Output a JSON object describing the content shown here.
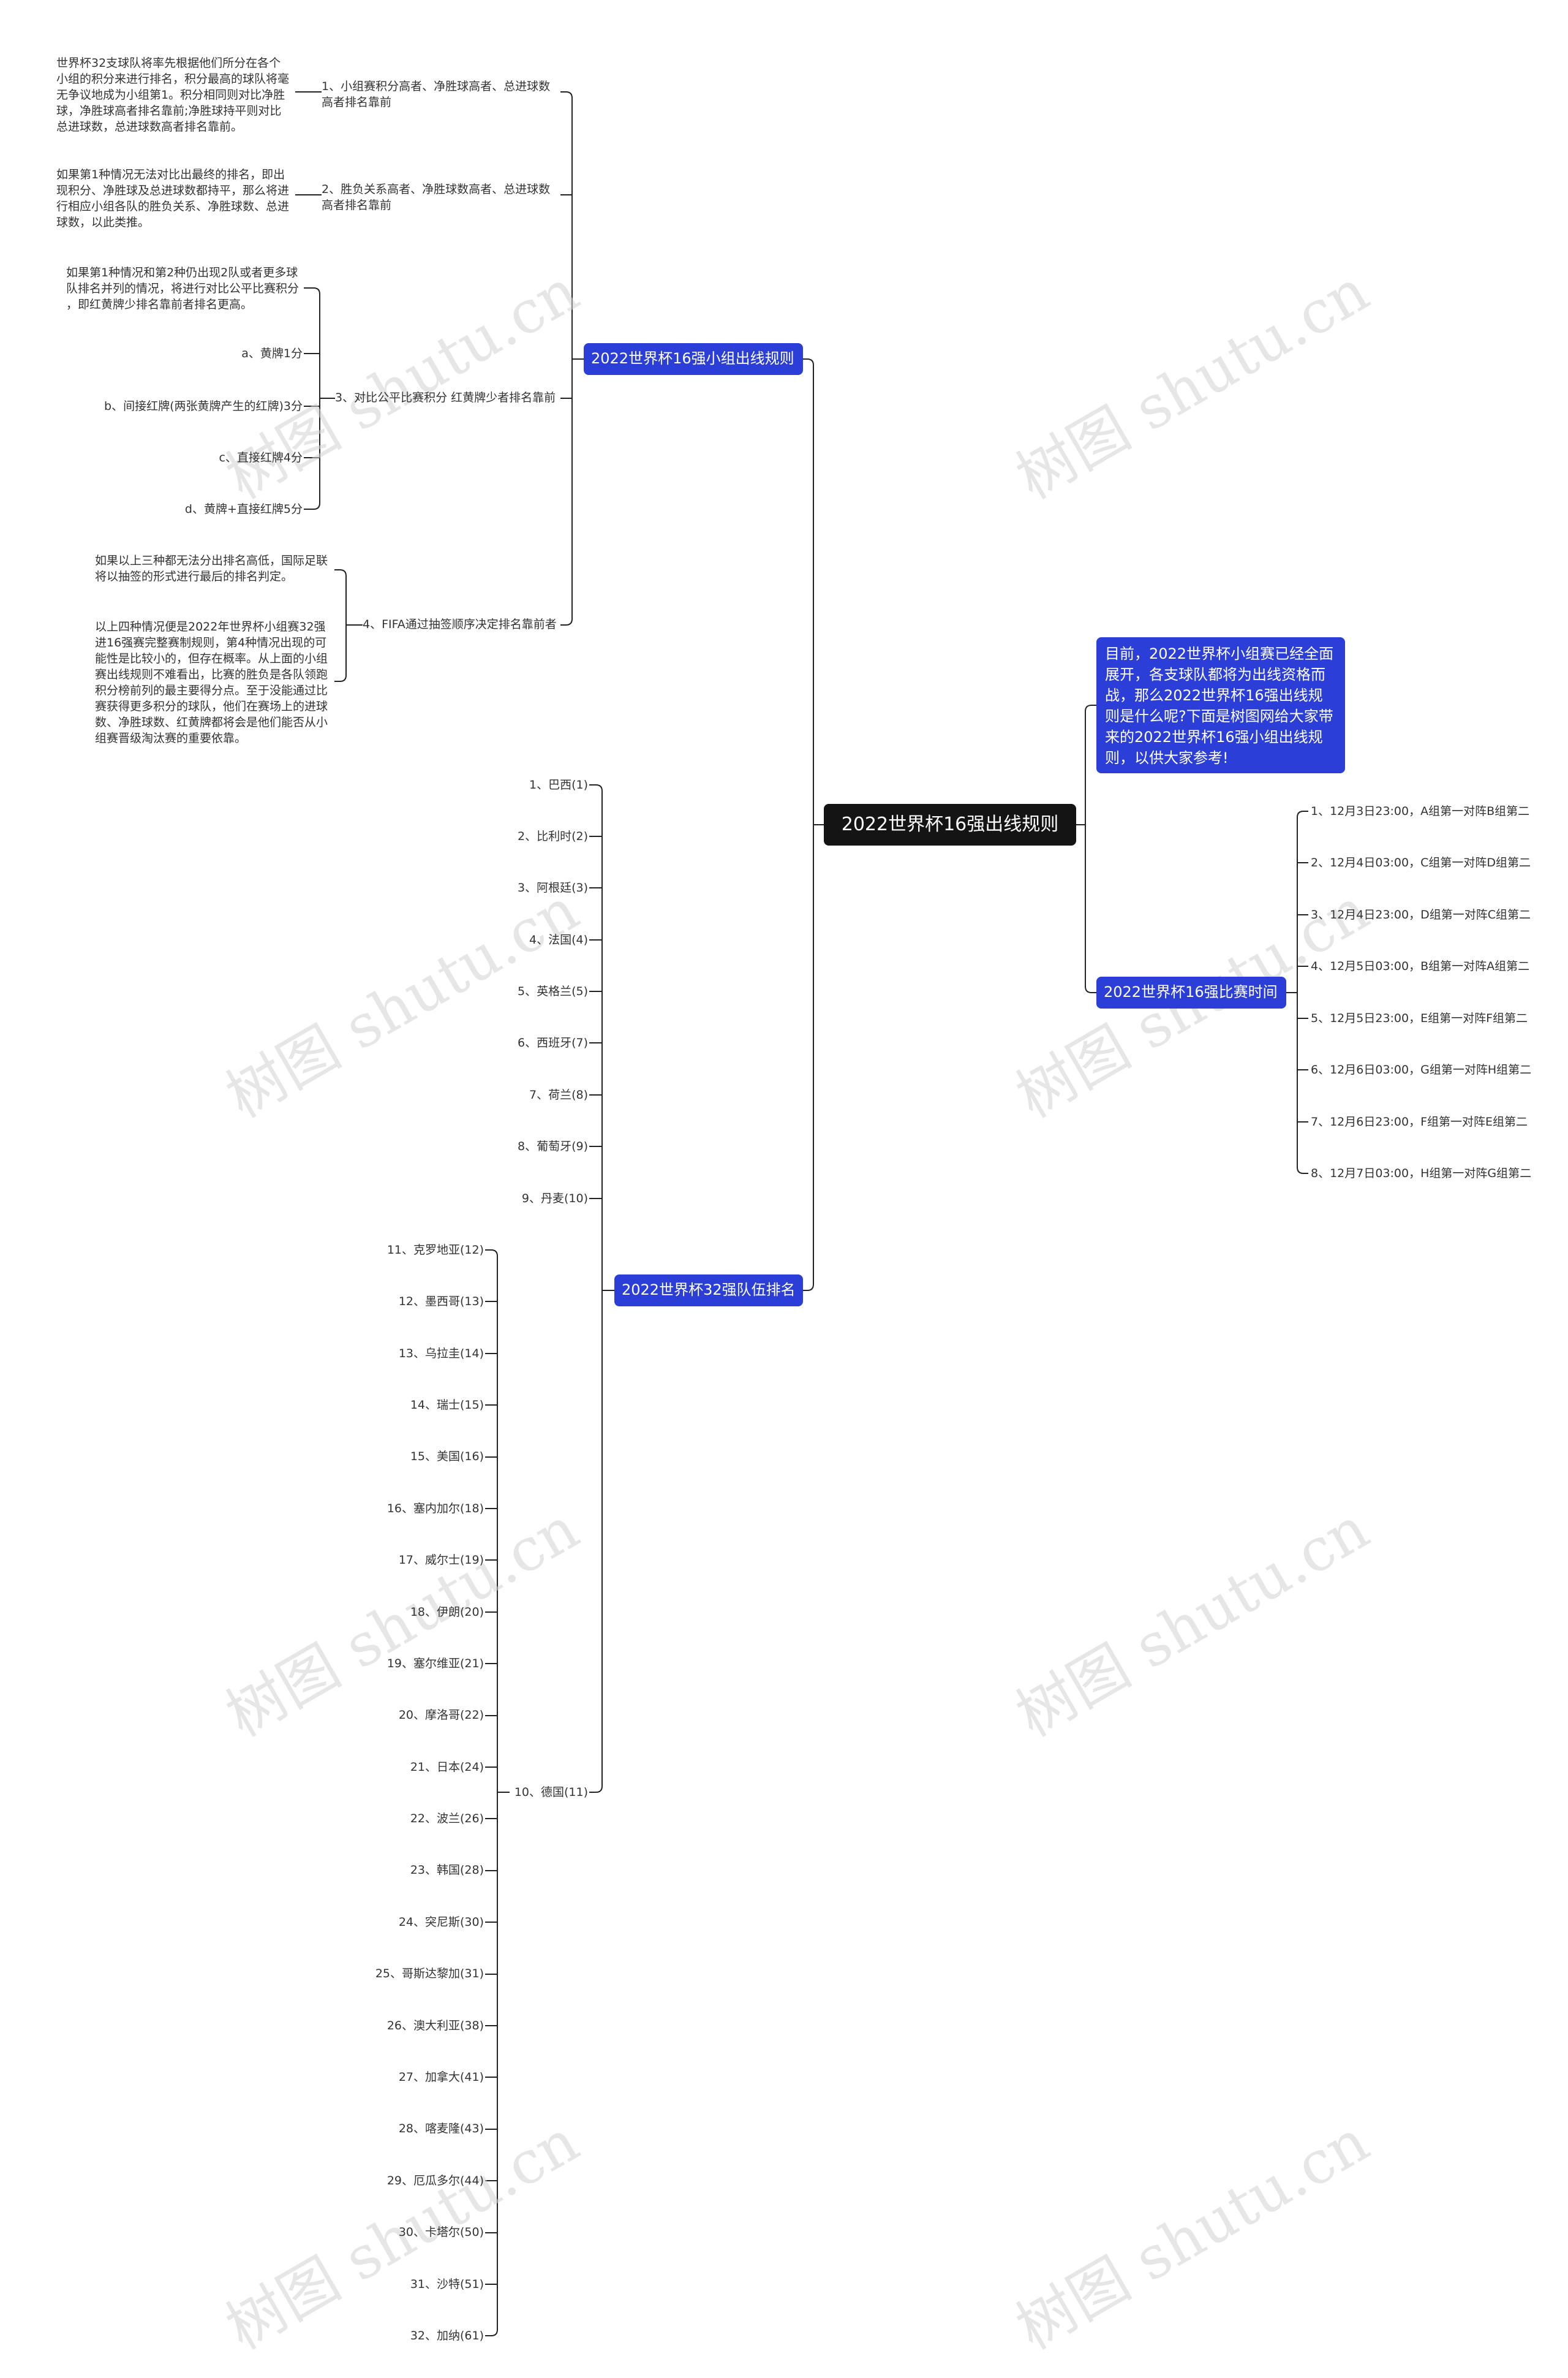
{
  "root": "2022世界杯16强出线规则",
  "intro": "目前，2022世界杯小组赛已经全面展开，各支球队都将为出线资格而战，那么2022世界杯16强出线规则是什么呢?下面是树图网给大家带来的2022世界杯16强小组出线规则，以供大家参考!",
  "rules": {
    "title": "2022世界杯16强小组出线规则",
    "r1": "1、小组赛积分高者、净胜球高者、总进球数\n高者排名靠前",
    "r1_note": "世界杯32支球队将率先根据他们所分在各个\n小组的积分来进行排名，积分最高的球队将毫\n无争议地成为小组第1。积分相同则对比净胜\n球，净胜球高者排名靠前;净胜球持平则对比\n总进球数，总进球数高者排名靠前。",
    "r2": "2、胜负关系高者、净胜球数高者、总进球数\n高者排名靠前",
    "r2_note": "如果第1种情况无法对比出最终的排名，即出\n现积分、净胜球及总进球数都持平，那么将进\n行相应小组各队的胜负关系、净胜球数、总进\n球数，以此类推。",
    "r3": "3、对比公平比赛积分 红黄牌少者排名靠前",
    "r3_note": "如果第1种情况和第2种仍出现2队或者更多球\n队排名并列的情况，将进行对比公平比赛积分\n，即红黄牌少排名靠前者排名更高。",
    "r3_items": [
      "a、黄牌1分",
      "b、间接红牌(两张黄牌产生的红牌)3分",
      "c、直接红牌4分",
      "d、黄牌+直接红牌5分"
    ],
    "r4": "4、FIFA通过抽签顺序决定排名靠前者",
    "r4_note1": "如果以上三种都无法分出排名高低，国际足联\n将以抽签的形式进行最后的排名判定。",
    "r4_note2": "以上四种情况便是2022年世界杯小组赛32强\n进16强赛完整赛制规则，第4种情况出现的可\n能性是比较小的，但存在概率。从上面的小组\n赛出线规则不难看出，比赛的胜负是各队领跑\n积分榜前列的最主要得分点。至于没能通过比\n赛获得更多积分的球队，他们在赛场上的进球\n数、净胜球数、红黄牌都将会是他们能否从小\n组赛晋级淘汰赛的重要依靠。"
  },
  "ranking": {
    "title": "2022世界杯32强队伍排名",
    "top": [
      "1、巴西(1)",
      "2、比利时(2)",
      "3、阿根廷(3)",
      "4、法国(4)",
      "5、英格兰(5)",
      "6、西班牙(7)",
      "7、荷兰(8)",
      "8、葡萄牙(9)",
      "9、丹麦(10)",
      "10、德国(11)"
    ],
    "rest": [
      "11、克罗地亚(12)",
      "12、墨西哥(13)",
      "13、乌拉圭(14)",
      "14、瑞士(15)",
      "15、美国(16)",
      "16、塞内加尔(18)",
      "17、威尔士(19)",
      "18、伊朗(20)",
      "19、塞尔维亚(21)",
      "20、摩洛哥(22)",
      "21、日本(24)",
      "22、波兰(26)",
      "23、韩国(28)",
      "24、突尼斯(30)",
      "25、哥斯达黎加(31)",
      "26、澳大利亚(38)",
      "27、加拿大(41)",
      "28、喀麦隆(43)",
      "29、厄瓜多尔(44)",
      "30、卡塔尔(50)",
      "31、沙特(51)",
      "32、加纳(61)"
    ]
  },
  "schedule": {
    "title": "2022世界杯16强比赛时间",
    "items": [
      "1、12月3日23:00，A组第一对阵B组第二",
      "2、12月4日03:00，C组第一对阵D组第二",
      "3、12月4日23:00，D组第一对阵C组第二",
      "4、12月5日03:00，B组第一对阵A组第二",
      "5、12月5日23:00，E组第一对阵F组第二",
      "6、12月6日03:00，G组第一对阵H组第二",
      "7、12月6日23:00，F组第一对阵E组第二",
      "8、12月7日03:00，H组第一对阵G组第二"
    ]
  },
  "watermark": "树图 shutu.cn",
  "colors": {
    "node": "#2b3fd8",
    "root": "#141414",
    "line": "#222222"
  }
}
